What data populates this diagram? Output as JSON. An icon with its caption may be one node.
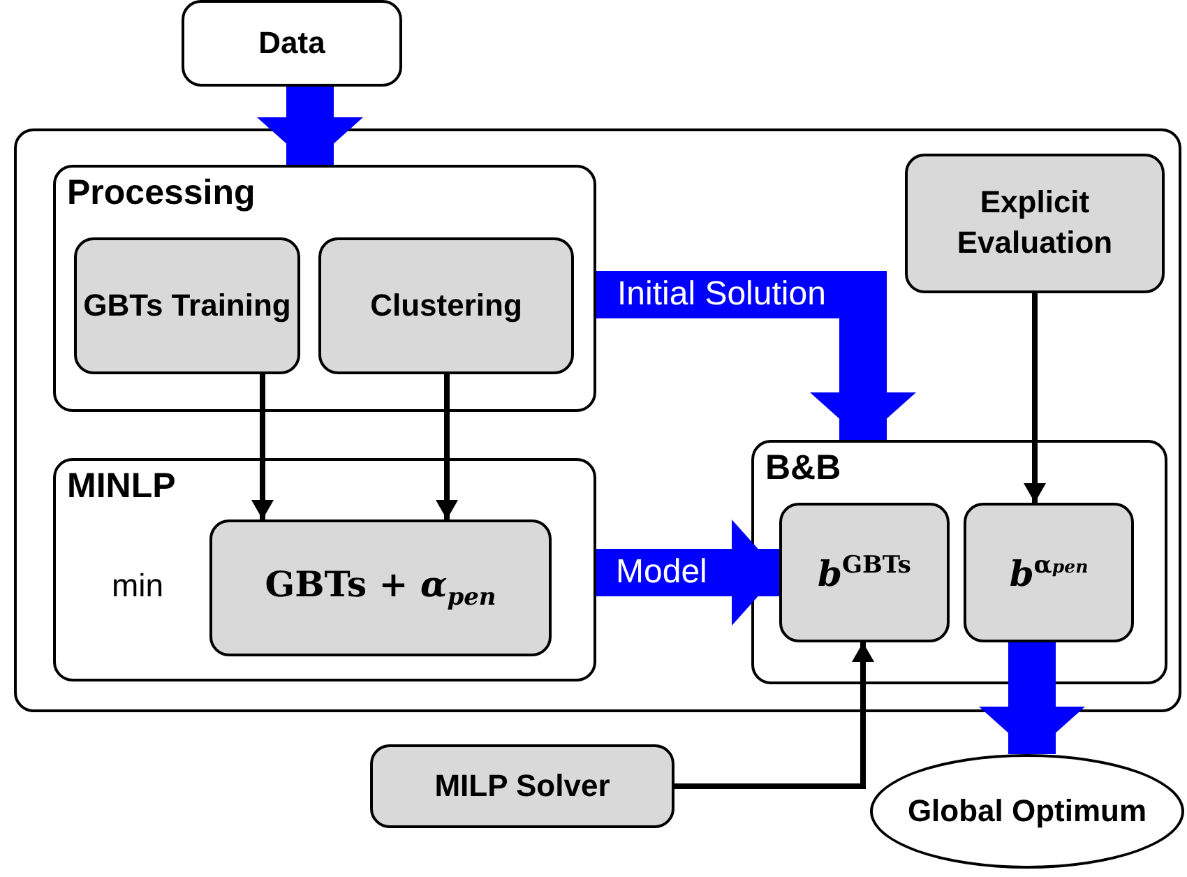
{
  "diagram": {
    "nodes": [
      {
        "text": [
          "Data"
        ]
      },
      {
        "text": [],
        "shape": "box"
      },
      {
        "text": [
          "Processing"
        ],
        "in": 1
      },
      {
        "text": [
          "GBTs Training"
        ],
        "in": 2
      },
      {
        "text": [
          "Clustering"
        ],
        "in": 2
      },
      {
        "text": [
          "Explicit Evaluation"
        ],
        "in": 1
      },
      {
        "text": [
          "MINLP",
          "min"
        ],
        "in": 1
      },
      {
        "text": [
          "GBTs + *α*$_{pen}$"
        ],
        "in": 6
      },
      {
        "text": [
          "B&B"
        ],
        "in": 1
      },
      {
        "text": [
          "*b*$^{GBTs}$"
        ],
        "in": 8
      },
      {
        "text": [
          "*b*$^{α}$$_{pen}$"
        ],
        "in": 8
      },
      {
        "text": [
          "MILP Solver"
        ]
      },
      {
        "text": [
          "Global Optimum"
        ]
      }
    ],
    "edges": [
      {
        "from": 0,
        "to": 2,
        "arrow": "to",
        "style": "thick",
        "color": "#0000ff"
      },
      {
        "from": 3,
        "to": 7,
        "arrow": "to",
        "color": "#000000"
      },
      {
        "from": 4,
        "to": 7,
        "arrow": "to",
        "color": "#000000"
      },
      {
        "from": 2,
        "to": 8,
        "arrow": "to",
        "label": "Initial Solution",
        "style": "thick",
        "color": "#0000ff"
      },
      {
        "from": 6,
        "to": 9,
        "arrow": "to",
        "label": "Model",
        "style": "thick",
        "color": "#0000ff"
      },
      {
        "from": 5,
        "to": 10,
        "arrow": "to",
        "color": "#000000"
      },
      {
        "from": 11,
        "to": 9,
        "arrow": "to",
        "color": "#000000"
      },
      {
        "from": 10,
        "to": 12,
        "arrow": "to",
        "style": "thick",
        "color": "#0000ff"
      }
    ]
  }
}
